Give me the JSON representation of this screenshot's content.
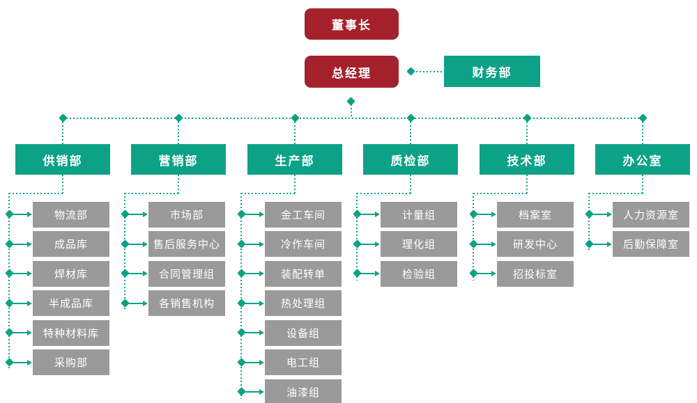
{
  "palette": {
    "red": "#A4212C",
    "teal": "#0DA287",
    "gray": "#9A9A9A",
    "line": "#0DA287",
    "text_light": "#FFFFFF"
  },
  "chart": {
    "type": "org-chart",
    "chairman": "董事长",
    "general_manager": "总经理",
    "finance": "财务部",
    "departments": [
      {
        "label": "供销部",
        "children": [
          "物流部",
          "成品库",
          "焊材库",
          "半成品库",
          "特种材料库",
          "采购部"
        ]
      },
      {
        "label": "营销部",
        "children": [
          "市场部",
          "售后服务中心",
          "合同管理组",
          "各销售机构"
        ]
      },
      {
        "label": "生产部",
        "children": [
          "金工车间",
          "冷作车间",
          "装配转单",
          "热处理组",
          "设备组",
          "电工组",
          "油漆组"
        ]
      },
      {
        "label": "质检部",
        "children": [
          "计量组",
          "理化组",
          "检验组"
        ]
      },
      {
        "label": "技术部",
        "children": [
          "档案室",
          "研发中心",
          "招投标室"
        ]
      },
      {
        "label": "办公室",
        "children": [
          "人力资源室",
          "后勤保障室"
        ]
      }
    ]
  }
}
